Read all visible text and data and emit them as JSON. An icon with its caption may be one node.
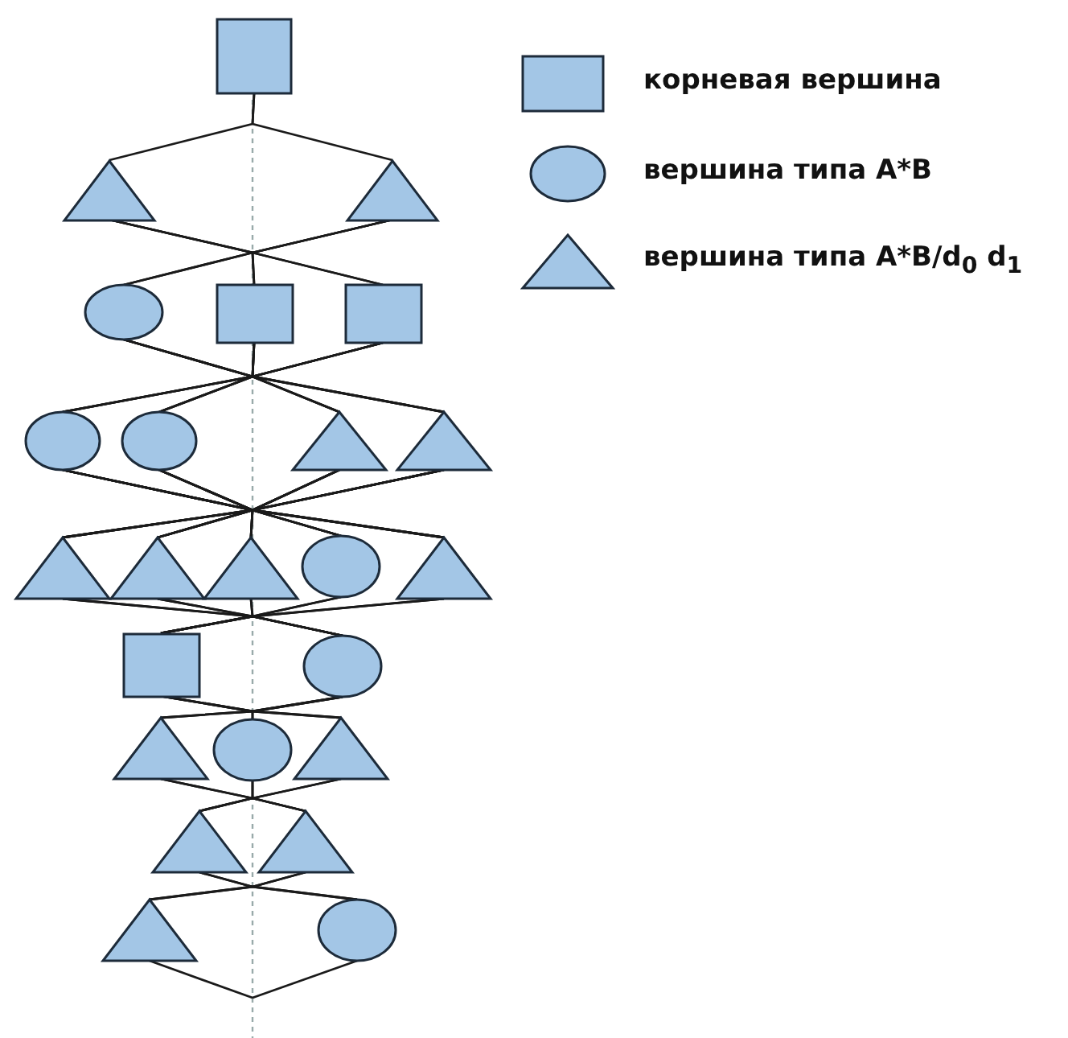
{
  "diagram": {
    "nodes": [
      {
        "text": [],
        "shape": "box"
      },
      {
        "text": [],
        "shape": "triangle"
      },
      {
        "text": [],
        "shape": "triangle"
      },
      {
        "text": [],
        "shape": "circle"
      },
      {
        "text": [],
        "shape": "box"
      },
      {
        "text": [],
        "shape": "box"
      },
      {
        "text": [],
        "shape": "circle"
      },
      {
        "text": [],
        "shape": "circle"
      },
      {
        "text": [],
        "shape": "triangle"
      },
      {
        "text": [],
        "shape": "triangle"
      },
      {
        "text": [],
        "shape": "triangle"
      },
      {
        "text": [],
        "shape": "triangle"
      },
      {
        "text": [],
        "shape": "triangle"
      },
      {
        "text": [],
        "shape": "circle"
      },
      {
        "text": [],
        "shape": "triangle"
      },
      {
        "text": [],
        "shape": "box"
      },
      {
        "text": [],
        "shape": "circle"
      },
      {
        "text": [],
        "shape": "triangle"
      },
      {
        "text": [],
        "shape": "circle"
      },
      {
        "text": [],
        "shape": "triangle"
      },
      {
        "text": [],
        "shape": "triangle"
      },
      {
        "text": [],
        "shape": "triangle"
      },
      {
        "text": [],
        "shape": "triangle"
      },
      {
        "text": [],
        "shape": "circle"
      }
    ],
    "edges": [
      {
        "from": 0,
        "to": 1,
        "arrow": "none"
      },
      {
        "from": 0,
        "to": 2,
        "arrow": "none"
      },
      {
        "from": 1,
        "to": 3,
        "arrow": "none"
      },
      {
        "from": 1,
        "to": 4,
        "arrow": "none"
      },
      {
        "from": 1,
        "to": 5,
        "arrow": "none"
      },
      {
        "from": 2,
        "to": 3,
        "arrow": "none"
      },
      {
        "from": 2,
        "to": 4,
        "arrow": "none"
      },
      {
        "from": 2,
        "to": 5,
        "arrow": "none"
      },
      {
        "from": 3,
        "to": 6,
        "arrow": "none"
      },
      {
        "from": 3,
        "to": 7,
        "arrow": "none"
      },
      {
        "from": 3,
        "to": 8,
        "arrow": "none"
      },
      {
        "from": 3,
        "to": 9,
        "arrow": "none"
      },
      {
        "from": 4,
        "to": 6,
        "arrow": "none"
      },
      {
        "from": 4,
        "to": 7,
        "arrow": "none"
      },
      {
        "from": 4,
        "to": 8,
        "arrow": "none"
      },
      {
        "from": 4,
        "to": 9,
        "arrow": "none"
      },
      {
        "from": 5,
        "to": 6,
        "arrow": "none"
      },
      {
        "from": 5,
        "to": 7,
        "arrow": "none"
      },
      {
        "from": 5,
        "to": 8,
        "arrow": "none"
      },
      {
        "from": 5,
        "to": 9,
        "arrow": "none"
      },
      {
        "from": 6,
        "to": 10,
        "arrow": "none"
      },
      {
        "from": 6,
        "to": 11,
        "arrow": "none"
      },
      {
        "from": 6,
        "to": 12,
        "arrow": "none"
      },
      {
        "from": 6,
        "to": 13,
        "arrow": "none"
      },
      {
        "from": 6,
        "to": 14,
        "arrow": "none"
      },
      {
        "from": 7,
        "to": 10,
        "arrow": "none"
      },
      {
        "from": 7,
        "to": 11,
        "arrow": "none"
      },
      {
        "from": 7,
        "to": 12,
        "arrow": "none"
      },
      {
        "from": 7,
        "to": 13,
        "arrow": "none"
      },
      {
        "from": 7,
        "to": 14,
        "arrow": "none"
      },
      {
        "from": 8,
        "to": 10,
        "arrow": "none"
      },
      {
        "from": 8,
        "to": 11,
        "arrow": "none"
      },
      {
        "from": 8,
        "to": 12,
        "arrow": "none"
      },
      {
        "from": 8,
        "to": 13,
        "arrow": "none"
      },
      {
        "from": 8,
        "to": 14,
        "arrow": "none"
      },
      {
        "from": 9,
        "to": 10,
        "arrow": "none"
      },
      {
        "from": 9,
        "to": 11,
        "arrow": "none"
      },
      {
        "from": 9,
        "to": 12,
        "arrow": "none"
      },
      {
        "from": 9,
        "to": 13,
        "arrow": "none"
      },
      {
        "from": 9,
        "to": 14,
        "arrow": "none"
      },
      {
        "from": 10,
        "to": 15,
        "arrow": "none"
      },
      {
        "from": 10,
        "to": 16,
        "arrow": "none"
      },
      {
        "from": 11,
        "to": 15,
        "arrow": "none"
      },
      {
        "from": 11,
        "to": 16,
        "arrow": "none"
      },
      {
        "from": 12,
        "to": 15,
        "arrow": "none"
      },
      {
        "from": 12,
        "to": 16,
        "arrow": "none"
      },
      {
        "from": 13,
        "to": 15,
        "arrow": "none"
      },
      {
        "from": 13,
        "to": 16,
        "arrow": "none"
      },
      {
        "from": 14,
        "to": 15,
        "arrow": "none"
      },
      {
        "from": 14,
        "to": 16,
        "arrow": "none"
      },
      {
        "from": 15,
        "to": 17,
        "arrow": "none"
      },
      {
        "from": 15,
        "to": 18,
        "arrow": "none"
      },
      {
        "from": 15,
        "to": 19,
        "arrow": "none"
      },
      {
        "from": 16,
        "to": 17,
        "arrow": "none"
      },
      {
        "from": 16,
        "to": 18,
        "arrow": "none"
      },
      {
        "from": 16,
        "to": 19,
        "arrow": "none"
      },
      {
        "from": 17,
        "to": 20,
        "arrow": "none"
      },
      {
        "from": 17,
        "to": 21,
        "arrow": "none"
      },
      {
        "from": 18,
        "to": 20,
        "arrow": "none"
      },
      {
        "from": 18,
        "to": 21,
        "arrow": "none"
      },
      {
        "from": 19,
        "to": 20,
        "arrow": "none"
      },
      {
        "from": 19,
        "to": 21,
        "arrow": "none"
      },
      {
        "from": 20,
        "to": 22,
        "arrow": "none"
      },
      {
        "from": 20,
        "to": 23,
        "arrow": "none"
      },
      {
        "from": 21,
        "to": 22,
        "arrow": "none"
      },
      {
        "from": 21,
        "to": 23,
        "arrow": "none"
      },
      {
        "from": 22,
        "to": null,
        "arrow": "none"
      },
      {
        "from": 23,
        "to": null,
        "arrow": "none"
      }
    ],
    "legend": [
      {
        "text": "корневая вершина"
      },
      {
        "text": "вершина типа A*B"
      },
      {
        "text": "вершина типа A*B/d$_{0}$ d$_{1}$"
      }
    ]
  }
}
